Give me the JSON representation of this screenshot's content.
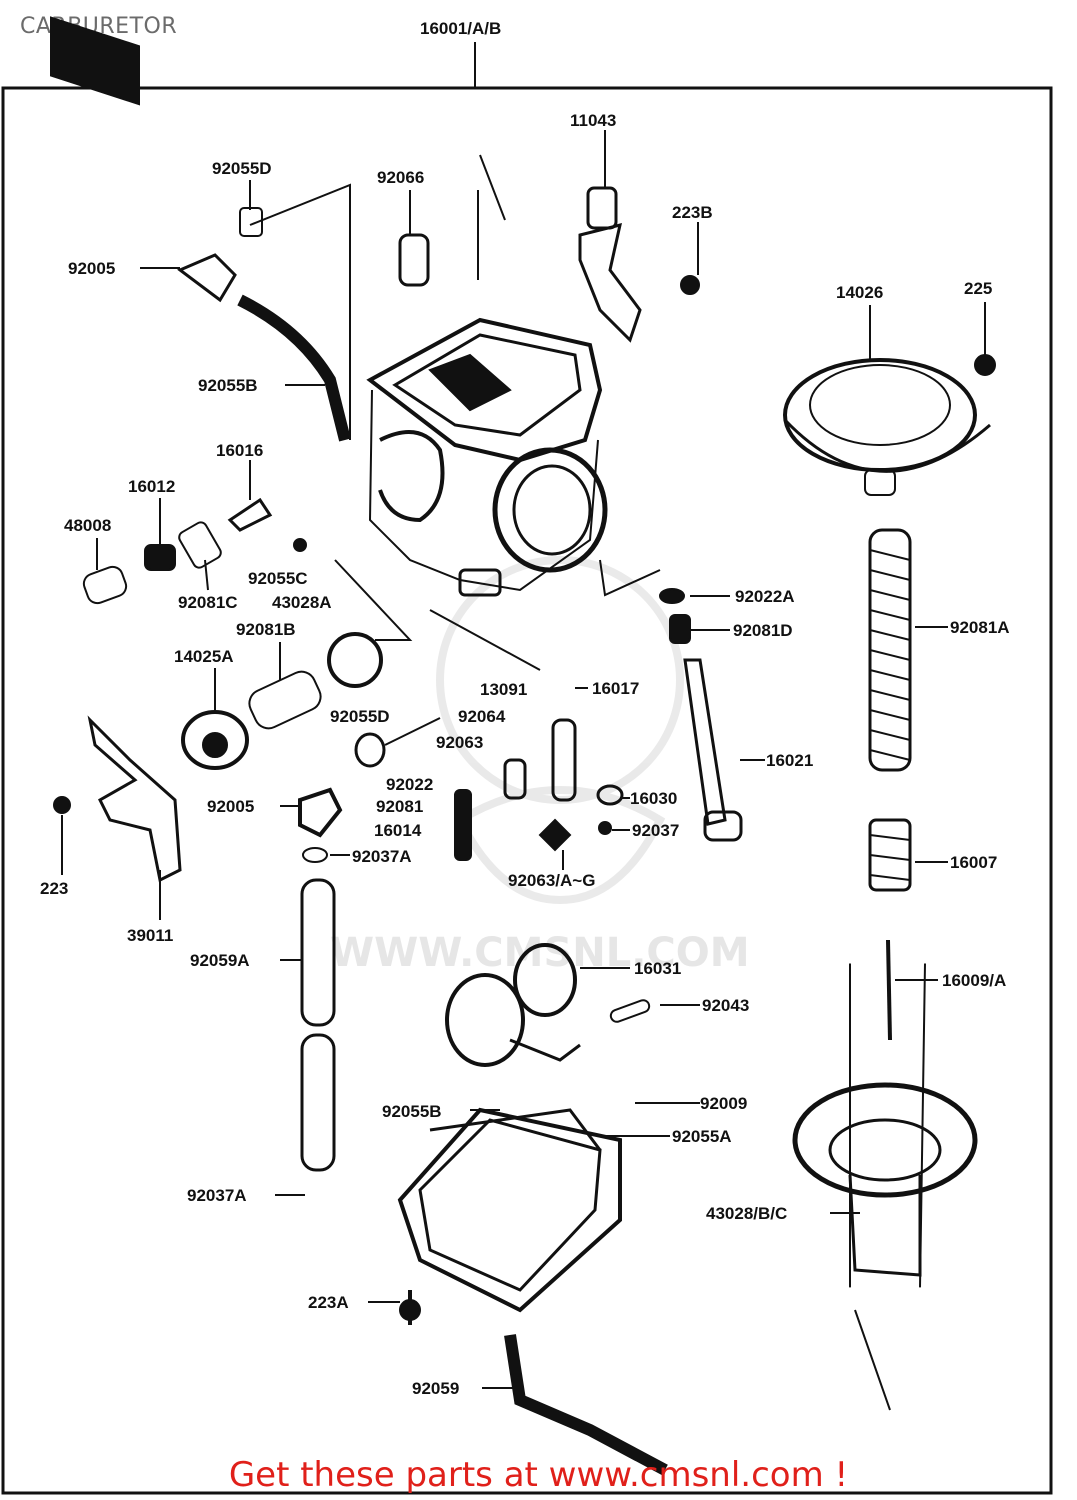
{
  "page": {
    "title": "CARBURETOR",
    "footer": "Get these parts at www.cmsnl.com !",
    "watermark": "WWW.CMSNL.COM"
  },
  "parts": [
    {
      "id": "16001ab",
      "label": "16001/A/B"
    },
    {
      "id": "11043",
      "label": "11043"
    },
    {
      "id": "92055d-top",
      "label": "92055D"
    },
    {
      "id": "92066-top",
      "label": "92066"
    },
    {
      "id": "223b",
      "label": "223B"
    },
    {
      "id": "92005-top",
      "label": "92005"
    },
    {
      "id": "14026",
      "label": "14026"
    },
    {
      "id": "225",
      "label": "225"
    },
    {
      "id": "92055b-top",
      "label": "92055B"
    },
    {
      "id": "16016",
      "label": "16016"
    },
    {
      "id": "16012",
      "label": "16012"
    },
    {
      "id": "48008",
      "label": "48008"
    },
    {
      "id": "92055c",
      "label": "92055C"
    },
    {
      "id": "43028a",
      "label": "43028A"
    },
    {
      "id": "92081c",
      "label": "92081C"
    },
    {
      "id": "92081b",
      "label": "92081B"
    },
    {
      "id": "14025a",
      "label": "14025A"
    },
    {
      "id": "92022a",
      "label": "92022A"
    },
    {
      "id": "92081d",
      "label": "92081D"
    },
    {
      "id": "92081a",
      "label": "92081A"
    },
    {
      "id": "13091",
      "label": "13091"
    },
    {
      "id": "16017",
      "label": "16017"
    },
    {
      "id": "92055d-mid",
      "label": "92055D"
    },
    {
      "id": "92064",
      "label": "92064"
    },
    {
      "id": "92063",
      "label": "92063"
    },
    {
      "id": "16021",
      "label": "16021"
    },
    {
      "id": "92022",
      "label": "92022"
    },
    {
      "id": "92005-mid",
      "label": "92005"
    },
    {
      "id": "92081",
      "label": "92081"
    },
    {
      "id": "16030",
      "label": "16030"
    },
    {
      "id": "16014",
      "label": "16014"
    },
    {
      "id": "92037",
      "label": "92037"
    },
    {
      "id": "92037a-mid",
      "label": "92037A"
    },
    {
      "id": "16007",
      "label": "16007"
    },
    {
      "id": "92063ag",
      "label": "92063/A~G"
    },
    {
      "id": "223",
      "label": "223"
    },
    {
      "id": "39011",
      "label": "39011"
    },
    {
      "id": "92059a",
      "label": "92059A"
    },
    {
      "id": "16031",
      "label": "16031"
    },
    {
      "id": "16009a",
      "label": "16009/A"
    },
    {
      "id": "92043",
      "label": "92043"
    },
    {
      "id": "92009",
      "label": "92009"
    },
    {
      "id": "92055b-bot",
      "label": "92055B"
    },
    {
      "id": "92055a",
      "label": "92055A"
    },
    {
      "id": "92037a-bot",
      "label": "92037A"
    },
    {
      "id": "43028bc",
      "label": "43028/B/C"
    },
    {
      "id": "223a",
      "label": "223A"
    },
    {
      "id": "92059",
      "label": "92059"
    }
  ]
}
